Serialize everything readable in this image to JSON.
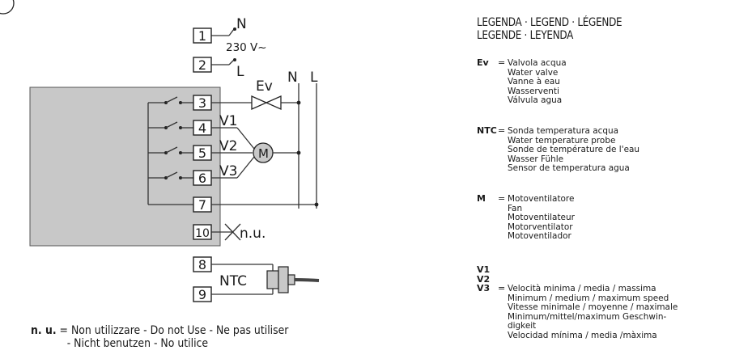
{
  "diagram": {
    "terminals": [
      "1",
      "2",
      "3",
      "4",
      "5",
      "6",
      "7",
      "10",
      "8",
      "9"
    ],
    "labels": {
      "n": "N",
      "l": "L",
      "voltage": "230 V~",
      "ev": "Ev",
      "n_line": "N",
      "l_line": "L",
      "v1": "V1",
      "v2": "V2",
      "v3": "V3",
      "motor": "M",
      "nu": "n.u.",
      "ntc": "NTC"
    }
  },
  "legend": {
    "title_line1": "LEGENDA · LEGEND · LÉGENDE",
    "title_line2": "LEGENDE  · LEYENDA",
    "entries": [
      {
        "code": "Ev",
        "eq": "=",
        "lines": [
          "Valvola acqua",
          "Water valve",
          "Vanne à eau",
          "Wasserventi",
          "Válvula agua"
        ]
      },
      {
        "code": "NTC",
        "eq": "=",
        "lines": [
          "Sonda temperatura acqua",
          "Water temperature probe",
          "Sonde de température de l'eau",
          "Wasser Fühle",
          "Sensor de temperatura agua"
        ]
      },
      {
        "code": "M",
        "eq": "=",
        "lines": [
          "Motoventilatore",
          "Fan",
          "Motoventilateur",
          "Motorventilator",
          "Motoventilador"
        ]
      },
      {
        "code": "V1\nV2\nV3",
        "eq": "=",
        "lines": [
          "Velocità minima / media / massima",
          "Minimum / medium / maximum speed",
          "Vitesse minimale / moyenne / maximale",
          "Minimum/mittel/maximum Geschwin-",
          "digkeit",
          "Velocidad mínima / media /màxima"
        ]
      }
    ]
  },
  "note": {
    "abbr": "n. u.",
    "line1": " = Non utilizzare - Do not Use - Ne pas utiliser",
    "line2": "- Nicht benutzen - No utilice"
  }
}
